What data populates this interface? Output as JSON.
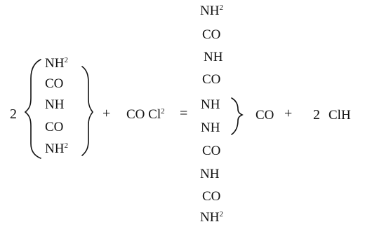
{
  "equation": {
    "coefficient_left": "2",
    "reactant_groups": [
      {
        "base": "NH",
        "sup": "2"
      },
      {
        "base": "CO",
        "sup": ""
      },
      {
        "base": "NH",
        "sup": ""
      },
      {
        "base": "CO",
        "sup": ""
      },
      {
        "base": "NH",
        "sup": "2"
      }
    ],
    "plus_1": "+",
    "reagent": {
      "base": "CO Cl",
      "sup": "2"
    },
    "equals": "=",
    "product_chain": [
      {
        "base": "NH",
        "sup": "2"
      },
      {
        "base": "CO",
        "sup": ""
      },
      {
        "base": "NH",
        "sup": ""
      },
      {
        "base": "CO",
        "sup": ""
      },
      {
        "base": "NH",
        "sup": ""
      },
      {
        "base": "NH",
        "sup": ""
      },
      {
        "base": "CO",
        "sup": ""
      },
      {
        "base": "NH",
        "sup": ""
      },
      {
        "base": "CO",
        "sup": ""
      },
      {
        "base": "NH",
        "sup": "2"
      }
    ],
    "bridge_group": "CO",
    "plus_2": "+",
    "byproduct_coefficient": "2",
    "byproduct": "ClH"
  }
}
